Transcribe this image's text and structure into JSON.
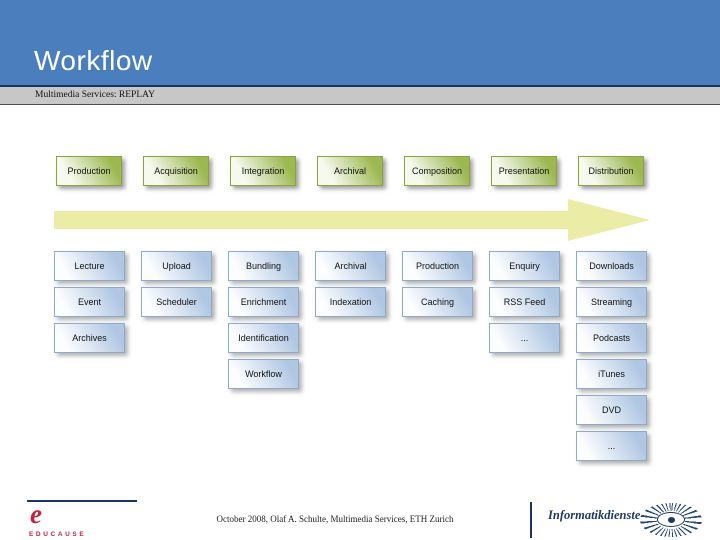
{
  "slide": {
    "title": "Workflow",
    "subtitle": "Multimedia Services: REPLAY",
    "footer": {
      "center_text": "October 2008, Olaf A. Schulte, Multimedia Services, ETH Zurich",
      "educause": {
        "glyph": "e",
        "wordmark": "EDUCAUSE"
      },
      "informatikdienste": {
        "label": "Informatikdienste"
      }
    },
    "colors": {
      "header_blue": "#4a7ebc",
      "rule_navy": "#17375e",
      "subtitle_bar_gray": "#c7c7c7",
      "phase_green": "#9cb850",
      "cell_blue": "#b0c7e3",
      "arrow_yellow": "#ebeca5",
      "educause_red": "#c5203f",
      "informatik_navy": "#1f3864"
    },
    "icons": {
      "flow_arrow": "right-arrow",
      "educause_mark": "script-e",
      "informatikdienste_mark": "sunburst-eye"
    }
  },
  "diagram": {
    "phases": [
      "Production",
      "Acquisition",
      "Integration",
      "Archival",
      "Composition",
      "Presentation",
      "Distribution"
    ],
    "columns": [
      [
        "Lecture",
        "Event",
        "Archives"
      ],
      [
        "Upload",
        "Scheduler"
      ],
      [
        "Bundling",
        "Enrichment",
        "Identification",
        "Workflow"
      ],
      [
        "Archival",
        "Indexation"
      ],
      [
        "Production",
        "Caching"
      ],
      [
        "Enquiry",
        "RSS Feed",
        "..."
      ],
      [
        "Downloads",
        "Streaming",
        "Podcasts",
        "iTunes",
        "DVD",
        "..."
      ]
    ]
  }
}
